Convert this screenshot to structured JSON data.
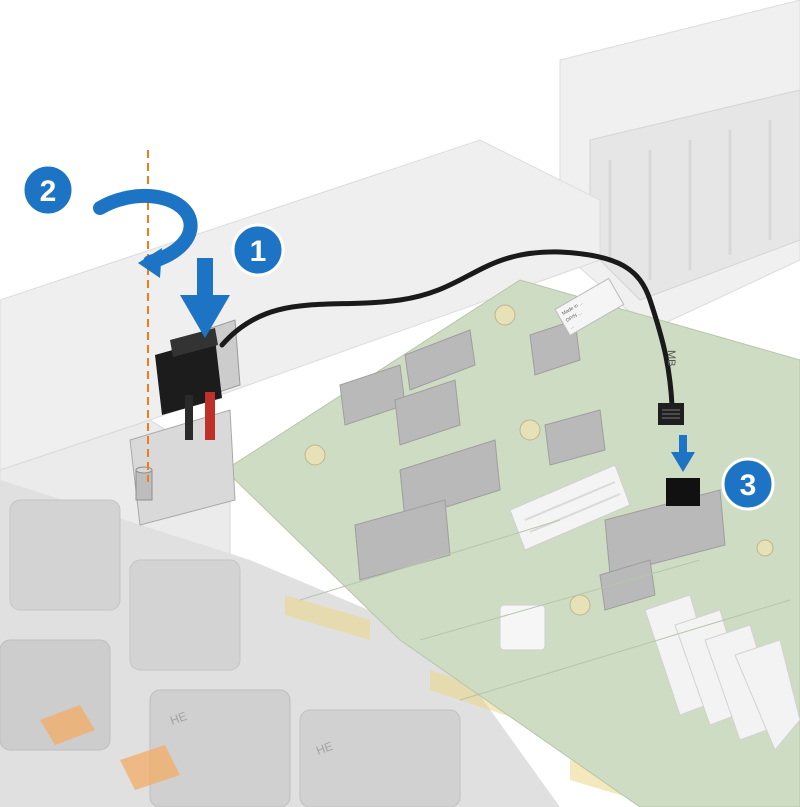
{
  "steps": [
    {
      "number": "1",
      "action": "press-down"
    },
    {
      "number": "2",
      "action": "rotate"
    },
    {
      "number": "3",
      "action": "connect-cable"
    }
  ],
  "cable_label": {
    "lines": [
      "Made in ...",
      "DP/N ...",
      "..."
    ]
  },
  "connector_marking": "MB",
  "fan_labels": [
    "HE",
    "HE"
  ],
  "colors": {
    "callout_blue": "#1e74c4",
    "guide_line_orange": "#f07d1a",
    "chassis_gray": "#e8eaea",
    "board_green": "#c9d6bd",
    "cable_black": "#1a1a1a",
    "latch_orange": "#f3a356"
  },
  "icons": [
    "rotate-arrow-icon",
    "down-arrow-icon",
    "down-arrow-icon"
  ]
}
